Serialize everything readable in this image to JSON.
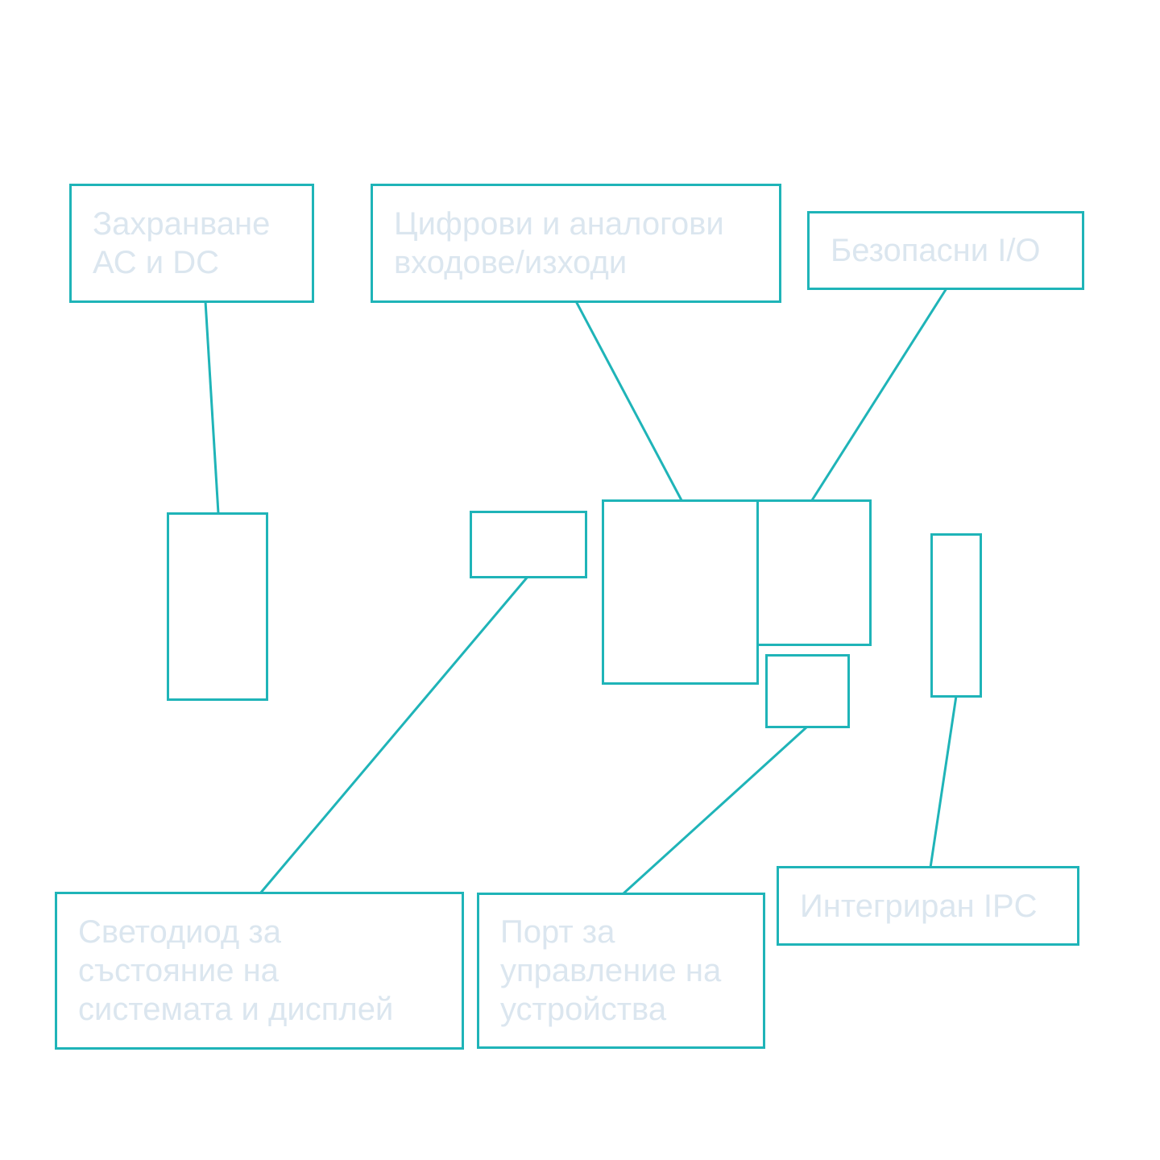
{
  "diagram": {
    "stroke_color": "#1fb4b8",
    "text_color": "#dbe6ef",
    "callouts": [
      {
        "id": "power",
        "text": "Захранване\nАС и DC"
      },
      {
        "id": "io",
        "text": "Цифрови и аналогови\nвходове/изходи"
      },
      {
        "id": "safe-io",
        "text": "Безопасни I/O"
      },
      {
        "id": "status-led",
        "text": "Светодиод за\nсъстояние на\nсистемата и дисплей"
      },
      {
        "id": "mgmt-port",
        "text": "Порт за\nуправление на\nустройства"
      },
      {
        "id": "ipc",
        "text": "Интегриран IPC"
      }
    ]
  }
}
